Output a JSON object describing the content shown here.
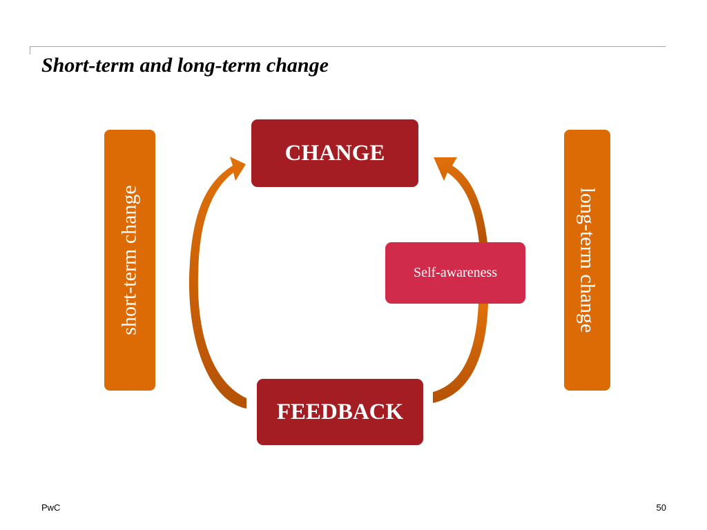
{
  "slide": {
    "title": "Short-term and long-term change"
  },
  "diagram": {
    "top_box": "CHANGE",
    "bottom_box": "FEEDBACK",
    "middle_box": "Self-awareness",
    "left_label": "short-term change",
    "right_label": "long-term change"
  },
  "footer": {
    "brand": "PwC",
    "page": "50"
  },
  "colors": {
    "accent_rule": "#e09a3c",
    "orange": "#dc6a05",
    "dark_red": "#a31d22",
    "pink_red": "#d12b4b"
  }
}
